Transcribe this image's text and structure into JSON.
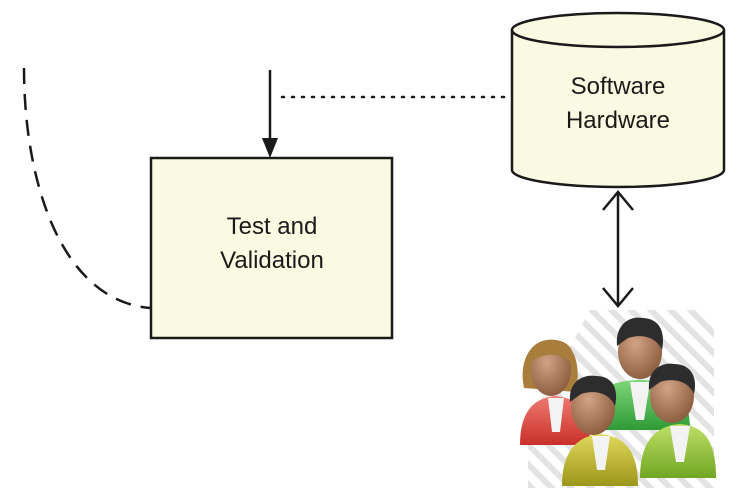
{
  "nodes": {
    "test_validation": {
      "line1": "Test and",
      "line2": "Validation"
    },
    "resource_store": {
      "line1": "Software",
      "line2": "Hardware"
    }
  },
  "icons": {
    "users": "user-group-icon"
  },
  "colors": {
    "box_fill": "#fafae2",
    "stroke": "#1a1a1a",
    "user_red": "#e8453c",
    "user_green": "#44b64a",
    "user_olive": "#bdb82e",
    "user_lime": "#94c43a",
    "skin": "#b07e5f"
  }
}
